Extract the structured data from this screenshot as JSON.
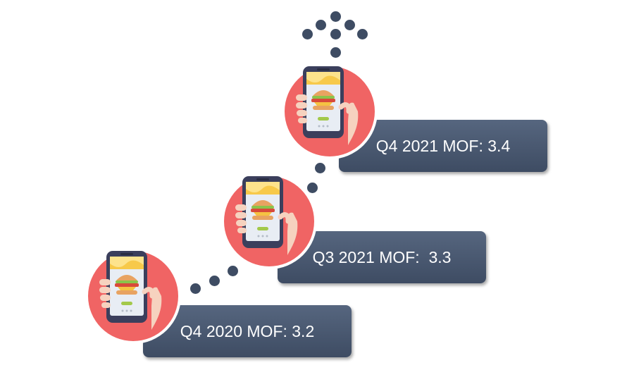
{
  "milestones": [
    {
      "label": "Q4 2020 MOF: 3.2",
      "icon": "phone-burger-icon"
    },
    {
      "label": "Q3 2021 MOF:  3.3",
      "icon": "phone-burger-icon"
    },
    {
      "label": "Q4 2021 MOF: 3.4",
      "icon": "phone-burger-icon"
    }
  ],
  "colors": {
    "circle": "#f06464",
    "box": "#4a5870",
    "dot": "#3e4c63"
  }
}
